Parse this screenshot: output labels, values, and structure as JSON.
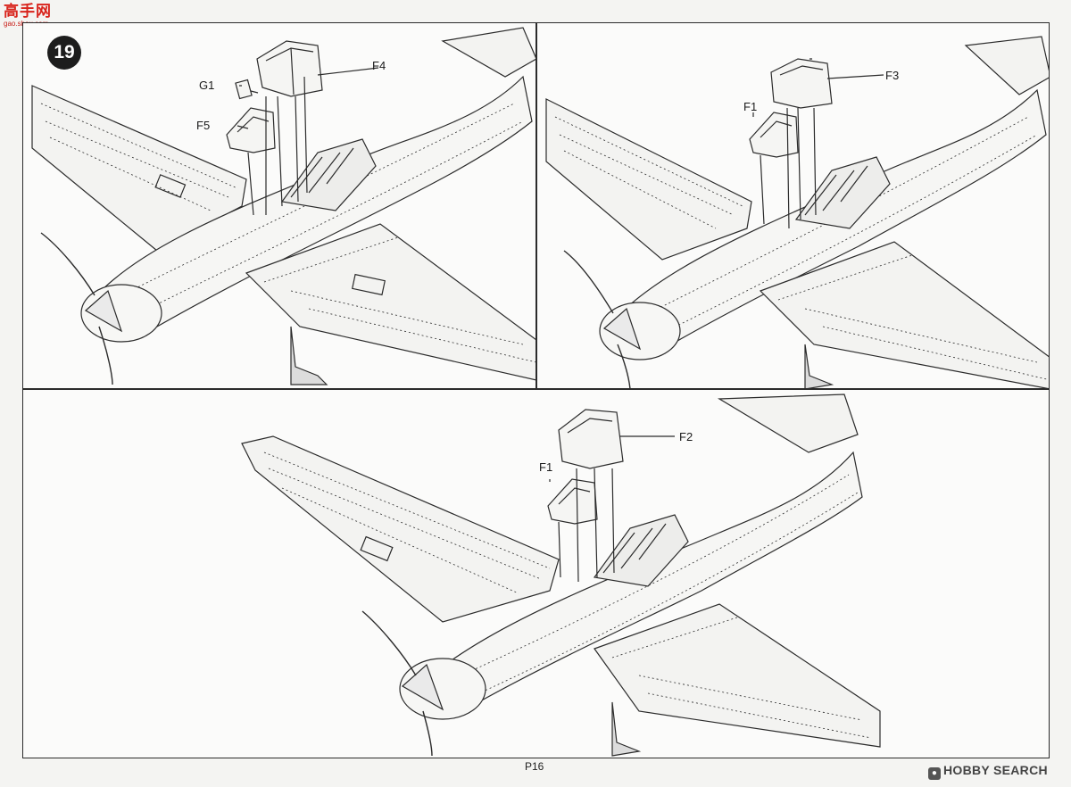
{
  "watermark_top_left": {
    "chinese": "高手网",
    "url": "gao.shou.com"
  },
  "step": {
    "number": "19"
  },
  "panels": [
    {
      "id": "panel-1",
      "labels": [
        "G1",
        "F5",
        "F4"
      ]
    },
    {
      "id": "panel-2",
      "labels": [
        "F1",
        "F3"
      ]
    },
    {
      "id": "panel-3",
      "labels": [
        "F1",
        "F2"
      ]
    }
  ],
  "footer": {
    "page_number": "P16",
    "watermark": "HOBBY SEARCH"
  },
  "colors": {
    "line": "#2b2b2b",
    "paper": "#fbfbfa",
    "badge": "#1d1d1d",
    "watermark_red": "#d8241c"
  },
  "icons": [
    "aircraft-line-drawing",
    "canopy-part",
    "hobby-search-logo"
  ]
}
